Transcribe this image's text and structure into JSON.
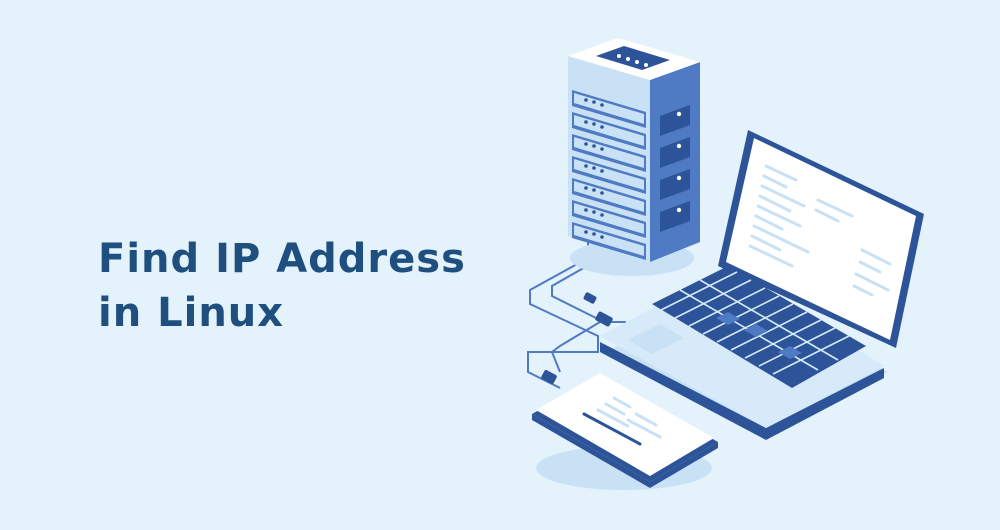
{
  "headline": {
    "line1": "Find IP Address",
    "line2": "in Linux"
  },
  "colors": {
    "background": "#e4f2fc",
    "title": "#1f4f7e",
    "dark_blue": "#2d5499",
    "mid_blue": "#4f7ac4",
    "light_blue": "#c9e1f5",
    "white": "#ffffff"
  },
  "illustration": {
    "objects": [
      "server-rack",
      "laptop",
      "mobile-phone",
      "network-cables"
    ]
  }
}
